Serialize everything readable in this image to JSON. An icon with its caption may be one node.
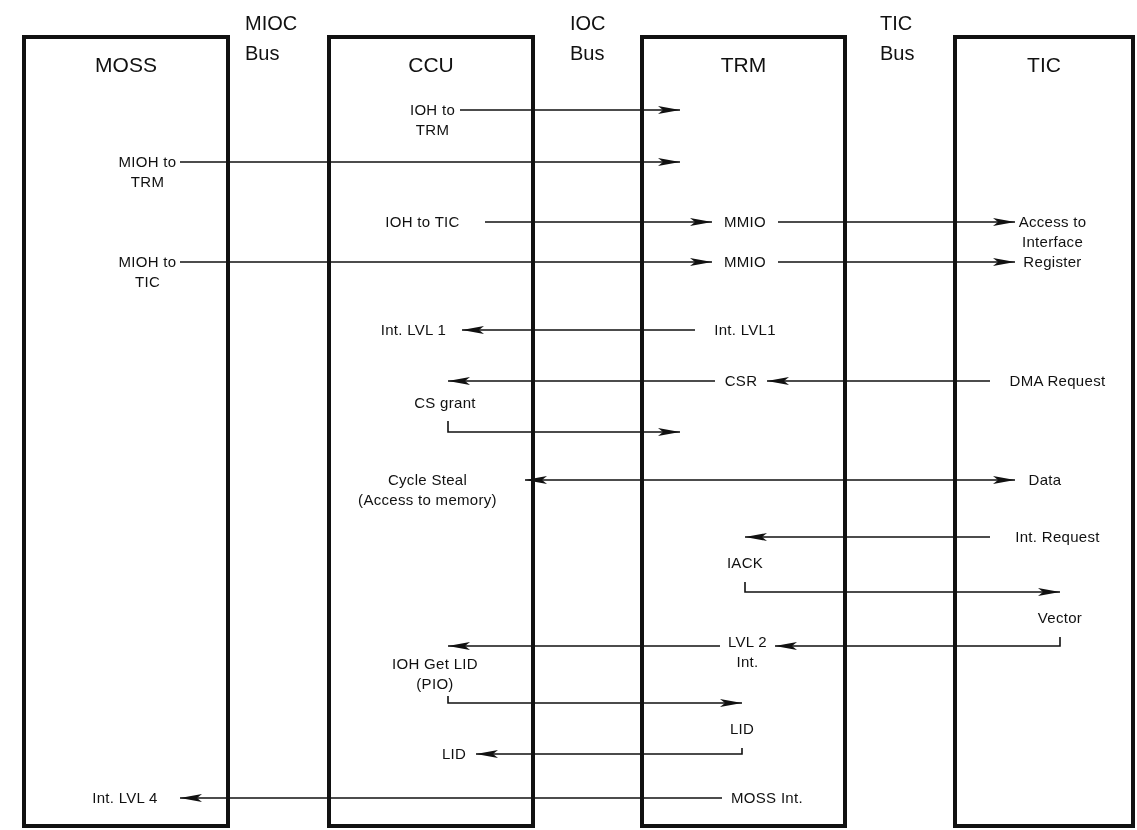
{
  "diagram": {
    "nodes": [
      {
        "text": [
          "MOSS"
        ]
      },
      {
        "text": [
          "CCU"
        ]
      },
      {
        "text": [
          "TRM"
        ]
      },
      {
        "text": [
          "TIC"
        ]
      },
      {
        "text": [
          "IOH to TRM"
        ],
        "in": 1
      },
      {
        "text": [
          "MIOH to TRM"
        ],
        "in": 0
      },
      {
        "text": [
          "IOH to TIC"
        ],
        "in": 1
      },
      {
        "text": [
          "MMIO"
        ],
        "in": 2
      },
      {
        "text": [
          "Access to Interface Register"
        ],
        "in": 3
      },
      {
        "text": [
          "MIOH to TIC"
        ],
        "in": 0
      },
      {
        "text": [
          "MMIO"
        ],
        "in": 2
      },
      {
        "text": [
          "Int. LVL 1"
        ],
        "in": 1
      },
      {
        "text": [
          "Int. LVL1"
        ],
        "in": 2
      },
      {
        "text": [
          "CSR"
        ],
        "in": 2
      },
      {
        "text": [
          "DMA Request"
        ],
        "in": 3
      },
      {
        "text": [
          "CS grant"
        ],
        "in": 1
      },
      {
        "text": [
          "Cycle Steal",
          "(Access to memory)"
        ],
        "in": 1
      },
      {
        "text": [
          "Data"
        ],
        "in": 3
      },
      {
        "text": [
          "Int. Request"
        ],
        "in": 3
      },
      {
        "text": [
          "IACK"
        ],
        "in": 2
      },
      {
        "text": [
          "Vector"
        ],
        "in": 3
      },
      {
        "text": [
          "LVL 2 Int."
        ],
        "in": 2
      },
      {
        "text": [
          "IOH Get LID",
          "(PIO)"
        ],
        "in": 1
      },
      {
        "text": [
          "LID"
        ],
        "in": 2
      },
      {
        "text": [
          "LID"
        ],
        "in": 1
      },
      {
        "text": [
          "Int. LVL 4"
        ],
        "in": 0
      },
      {
        "text": [
          "MOSS Int."
        ],
        "in": 2
      }
    ],
    "edges": [
      {
        "from": 4,
        "to": null,
        "arrow": "to"
      },
      {
        "from": 5,
        "to": null,
        "arrow": "to"
      },
      {
        "from": 6,
        "to": 7,
        "arrow": "to"
      },
      {
        "from": 7,
        "to": 8,
        "arrow": "to"
      },
      {
        "from": 9,
        "to": 10,
        "arrow": "to"
      },
      {
        "from": 10,
        "to": 8,
        "arrow": "to"
      },
      {
        "from": 12,
        "to": 11,
        "arrow": "to"
      },
      {
        "from": 14,
        "to": 13,
        "arrow": "to"
      },
      {
        "from": 13,
        "to": 15,
        "arrow": "to"
      },
      {
        "from": 15,
        "to": null,
        "arrow": "to"
      },
      {
        "from": 16,
        "to": 17,
        "arrow": "both"
      },
      {
        "from": 18,
        "to": 19,
        "arrow": "to"
      },
      {
        "from": 19,
        "to": 20,
        "arrow": "to"
      },
      {
        "from": 20,
        "to": 21,
        "arrow": "to"
      },
      {
        "from": 21,
        "to": 22,
        "arrow": "to"
      },
      {
        "from": 22,
        "to": 23,
        "arrow": "to"
      },
      {
        "from": 23,
        "to": 24,
        "arrow": "to"
      },
      {
        "from": 26,
        "to": 25,
        "arrow": "to"
      }
    ],
    "labels": [
      "MIOC Bus",
      "IOC Bus",
      "TIC Bus"
    ]
  }
}
